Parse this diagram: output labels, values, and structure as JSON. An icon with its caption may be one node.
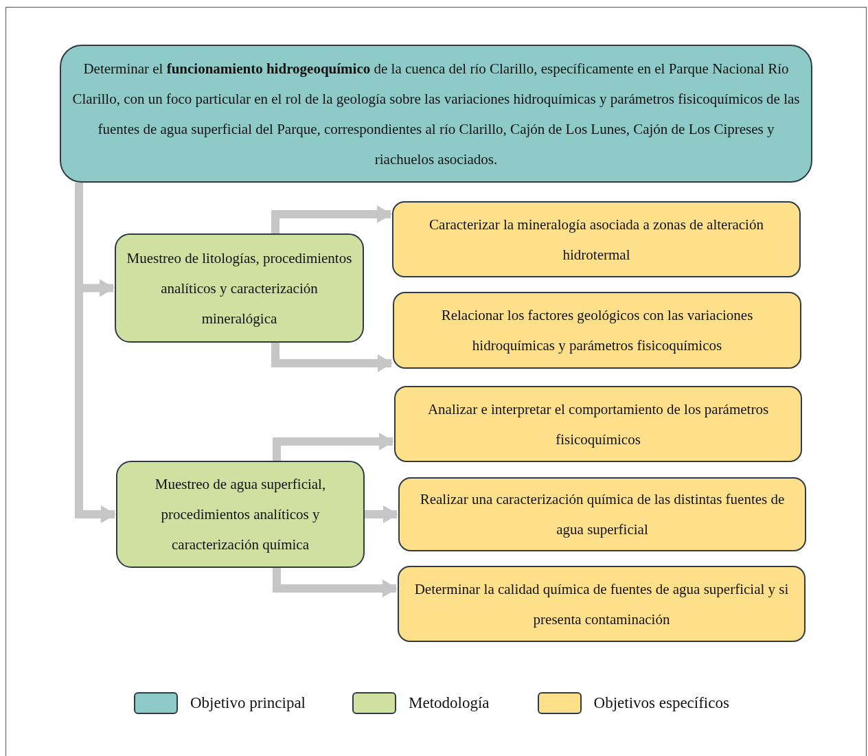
{
  "diagram": {
    "nodes": [
      {
        "text": [
          "Determinar el **funcionamiento hidrogeoquímico** de la cuenca del río Clarillo, específicamente en el Parque Nacional Río Clarillo, con un foco particular en el rol de la geología sobre las variaciones hidroquímicas y parámetros fisicoquímicos de las fuentes de agua superficial del Parque, correspondientes al río Clarillo, Cajón de Los Lunes, Cajón de Los Cipreses y riachuelos asociados."
        ]
      },
      {
        "text": [
          "Muestreo de litologías, procedimientos analíticos y caracterización mineralógica"
        ]
      },
      {
        "text": [
          "Caracterizar la mineralogía asociada a zonas de alteración hidrotermal"
        ]
      },
      {
        "text": [
          "Relacionar los factores geológicos con las variaciones hidroquímicas y parámetros fisicoquímicos"
        ]
      },
      {
        "text": [
          "Muestreo de agua superficial, procedimientos analíticos y caracterización química"
        ]
      },
      {
        "text": [
          "Analizar e interpretar el comportamiento de los parámetros fisicoquímicos"
        ]
      },
      {
        "text": [
          "Realizar una caracterización química de las distintas fuentes de agua superficial"
        ]
      },
      {
        "text": [
          "Determinar la calidad química de fuentes de agua superficial y si presenta contaminación"
        ]
      }
    ],
    "edges": [
      {
        "from": 0,
        "to": 1,
        "arrow": "to"
      },
      {
        "from": 0,
        "to": 4,
        "arrow": "to"
      },
      {
        "from": 1,
        "to": 2,
        "arrow": "to"
      },
      {
        "from": 1,
        "to": 3,
        "arrow": "to"
      },
      {
        "from": 4,
        "to": 5,
        "arrow": "to"
      },
      {
        "from": 4,
        "to": 6,
        "arrow": "to"
      },
      {
        "from": 4,
        "to": 7,
        "arrow": "to"
      }
    ],
    "legend": [
      {
        "text": "Objetivo principal",
        "color": "#8ecbc8"
      },
      {
        "text": "Metodología",
        "color": "#cfe0a0"
      },
      {
        "text": "Objetivos específicos",
        "color": "#ffe08a"
      }
    ]
  }
}
